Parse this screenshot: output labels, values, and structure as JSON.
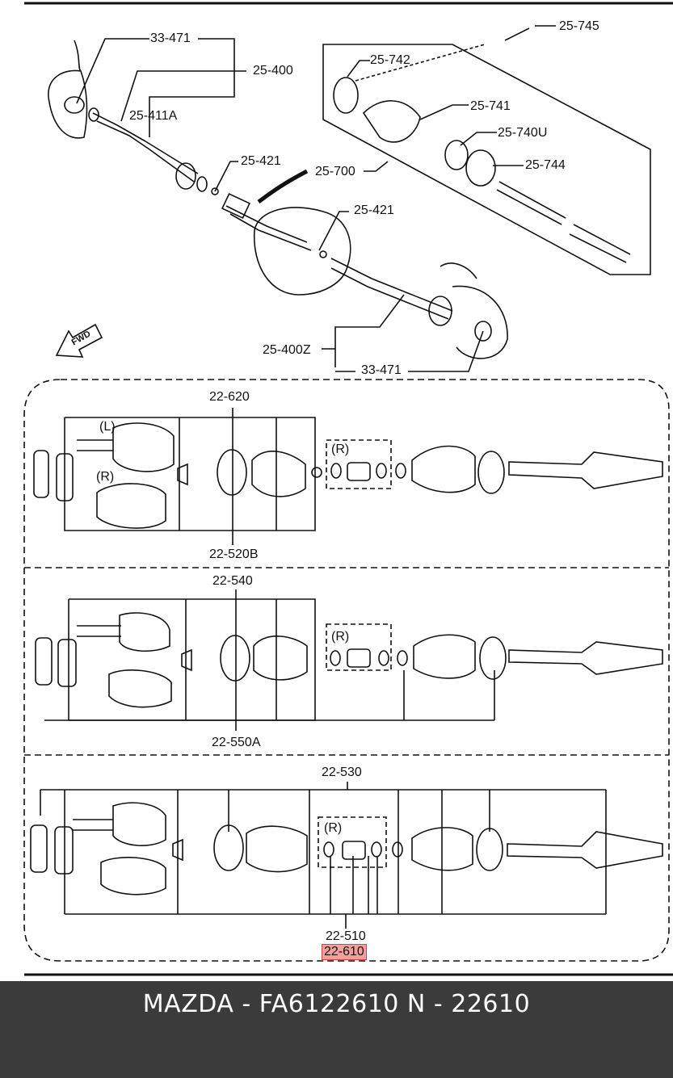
{
  "labels": {
    "p33471_top": "33-471",
    "p25400": "25-400",
    "p25411a": "25-411A",
    "p25421_a": "25-421",
    "p25421_b": "25-421",
    "p25745": "25-745",
    "p25742": "25-742",
    "p25741": "25-741",
    "p25740u": "25-740U",
    "p25744": "25-744",
    "p25700": "25-700",
    "p25400z": "25-400Z",
    "p33471_bottom": "33-471",
    "fwd": "FWD",
    "p22620": "22-620",
    "p22520b": "22-520B",
    "p22540": "22-540",
    "p22550a": "22-550A",
    "p22530": "22-530",
    "p22510": "22-510",
    "p22610": "22-610",
    "L1": "(L)",
    "R1": "(R)",
    "R1b": "(R)",
    "R2": "(R)",
    "R3": "(R)"
  },
  "highlight_color": "#f0a0a0",
  "footer": {
    "title": "MAZDA - FA6122610   N - 22610"
  }
}
